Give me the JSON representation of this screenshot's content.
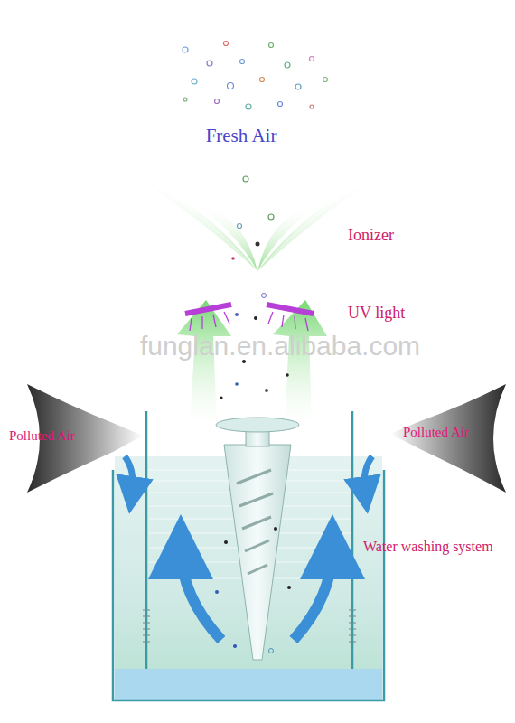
{
  "diagram": {
    "labels": [
      "Fresh Air",
      "Ionizer",
      "UV light",
      "funglan.en.alibaba.com",
      "Polluted Air",
      "Polluted Air",
      "Water washing system"
    ]
  }
}
